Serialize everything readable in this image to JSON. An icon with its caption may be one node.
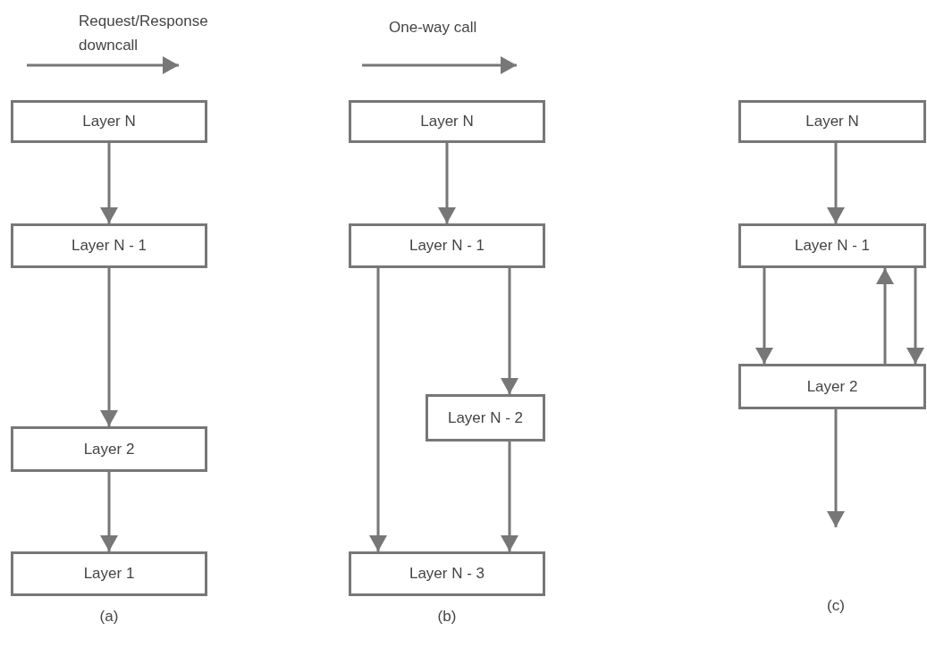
{
  "diagram": {
    "nodes": [
      {
        "text": [
          "Layer N"
        ]
      },
      {
        "text": [
          "Layer N - 1"
        ]
      },
      {
        "text": [
          "Layer 2"
        ]
      },
      {
        "text": [
          "Layer 1"
        ]
      },
      {
        "text": [
          "Layer N"
        ]
      },
      {
        "text": [
          "Layer N - 1"
        ]
      },
      {
        "text": [
          "Layer N - 2"
        ]
      },
      {
        "text": [
          "Layer N - 3"
        ]
      },
      {
        "text": [
          "Layer N"
        ]
      },
      {
        "text": [
          "Layer N - 1"
        ]
      },
      {
        "text": [
          "Layer 2"
        ]
      }
    ],
    "edges": [
      {
        "from": 0,
        "to": 1,
        "arrow": "to"
      },
      {
        "from": 1,
        "to": 2,
        "arrow": "to"
      },
      {
        "from": 2,
        "to": 3,
        "arrow": "to"
      },
      {
        "from": 4,
        "to": 5,
        "arrow": "to"
      },
      {
        "from": 5,
        "to": 7,
        "arrow": "to"
      },
      {
        "from": 5,
        "to": 6,
        "arrow": "to"
      },
      {
        "from": 6,
        "to": 7,
        "arrow": "to"
      },
      {
        "from": 8,
        "to": 9,
        "arrow": "to"
      },
      {
        "from": 9,
        "to": 10,
        "arrow": "to"
      },
      {
        "from": 10,
        "to": 9,
        "arrow": "to"
      },
      {
        "from": 9,
        "to": 10,
        "arrow": "to"
      },
      {
        "from": 10,
        "to": null,
        "arrow": "to"
      }
    ],
    "labels": [
      "(a)",
      "(b)",
      "(c)"
    ],
    "legend": [
      {
        "text": "Request/Response downcall"
      },
      {
        "text": "One-way call"
      }
    ]
  }
}
